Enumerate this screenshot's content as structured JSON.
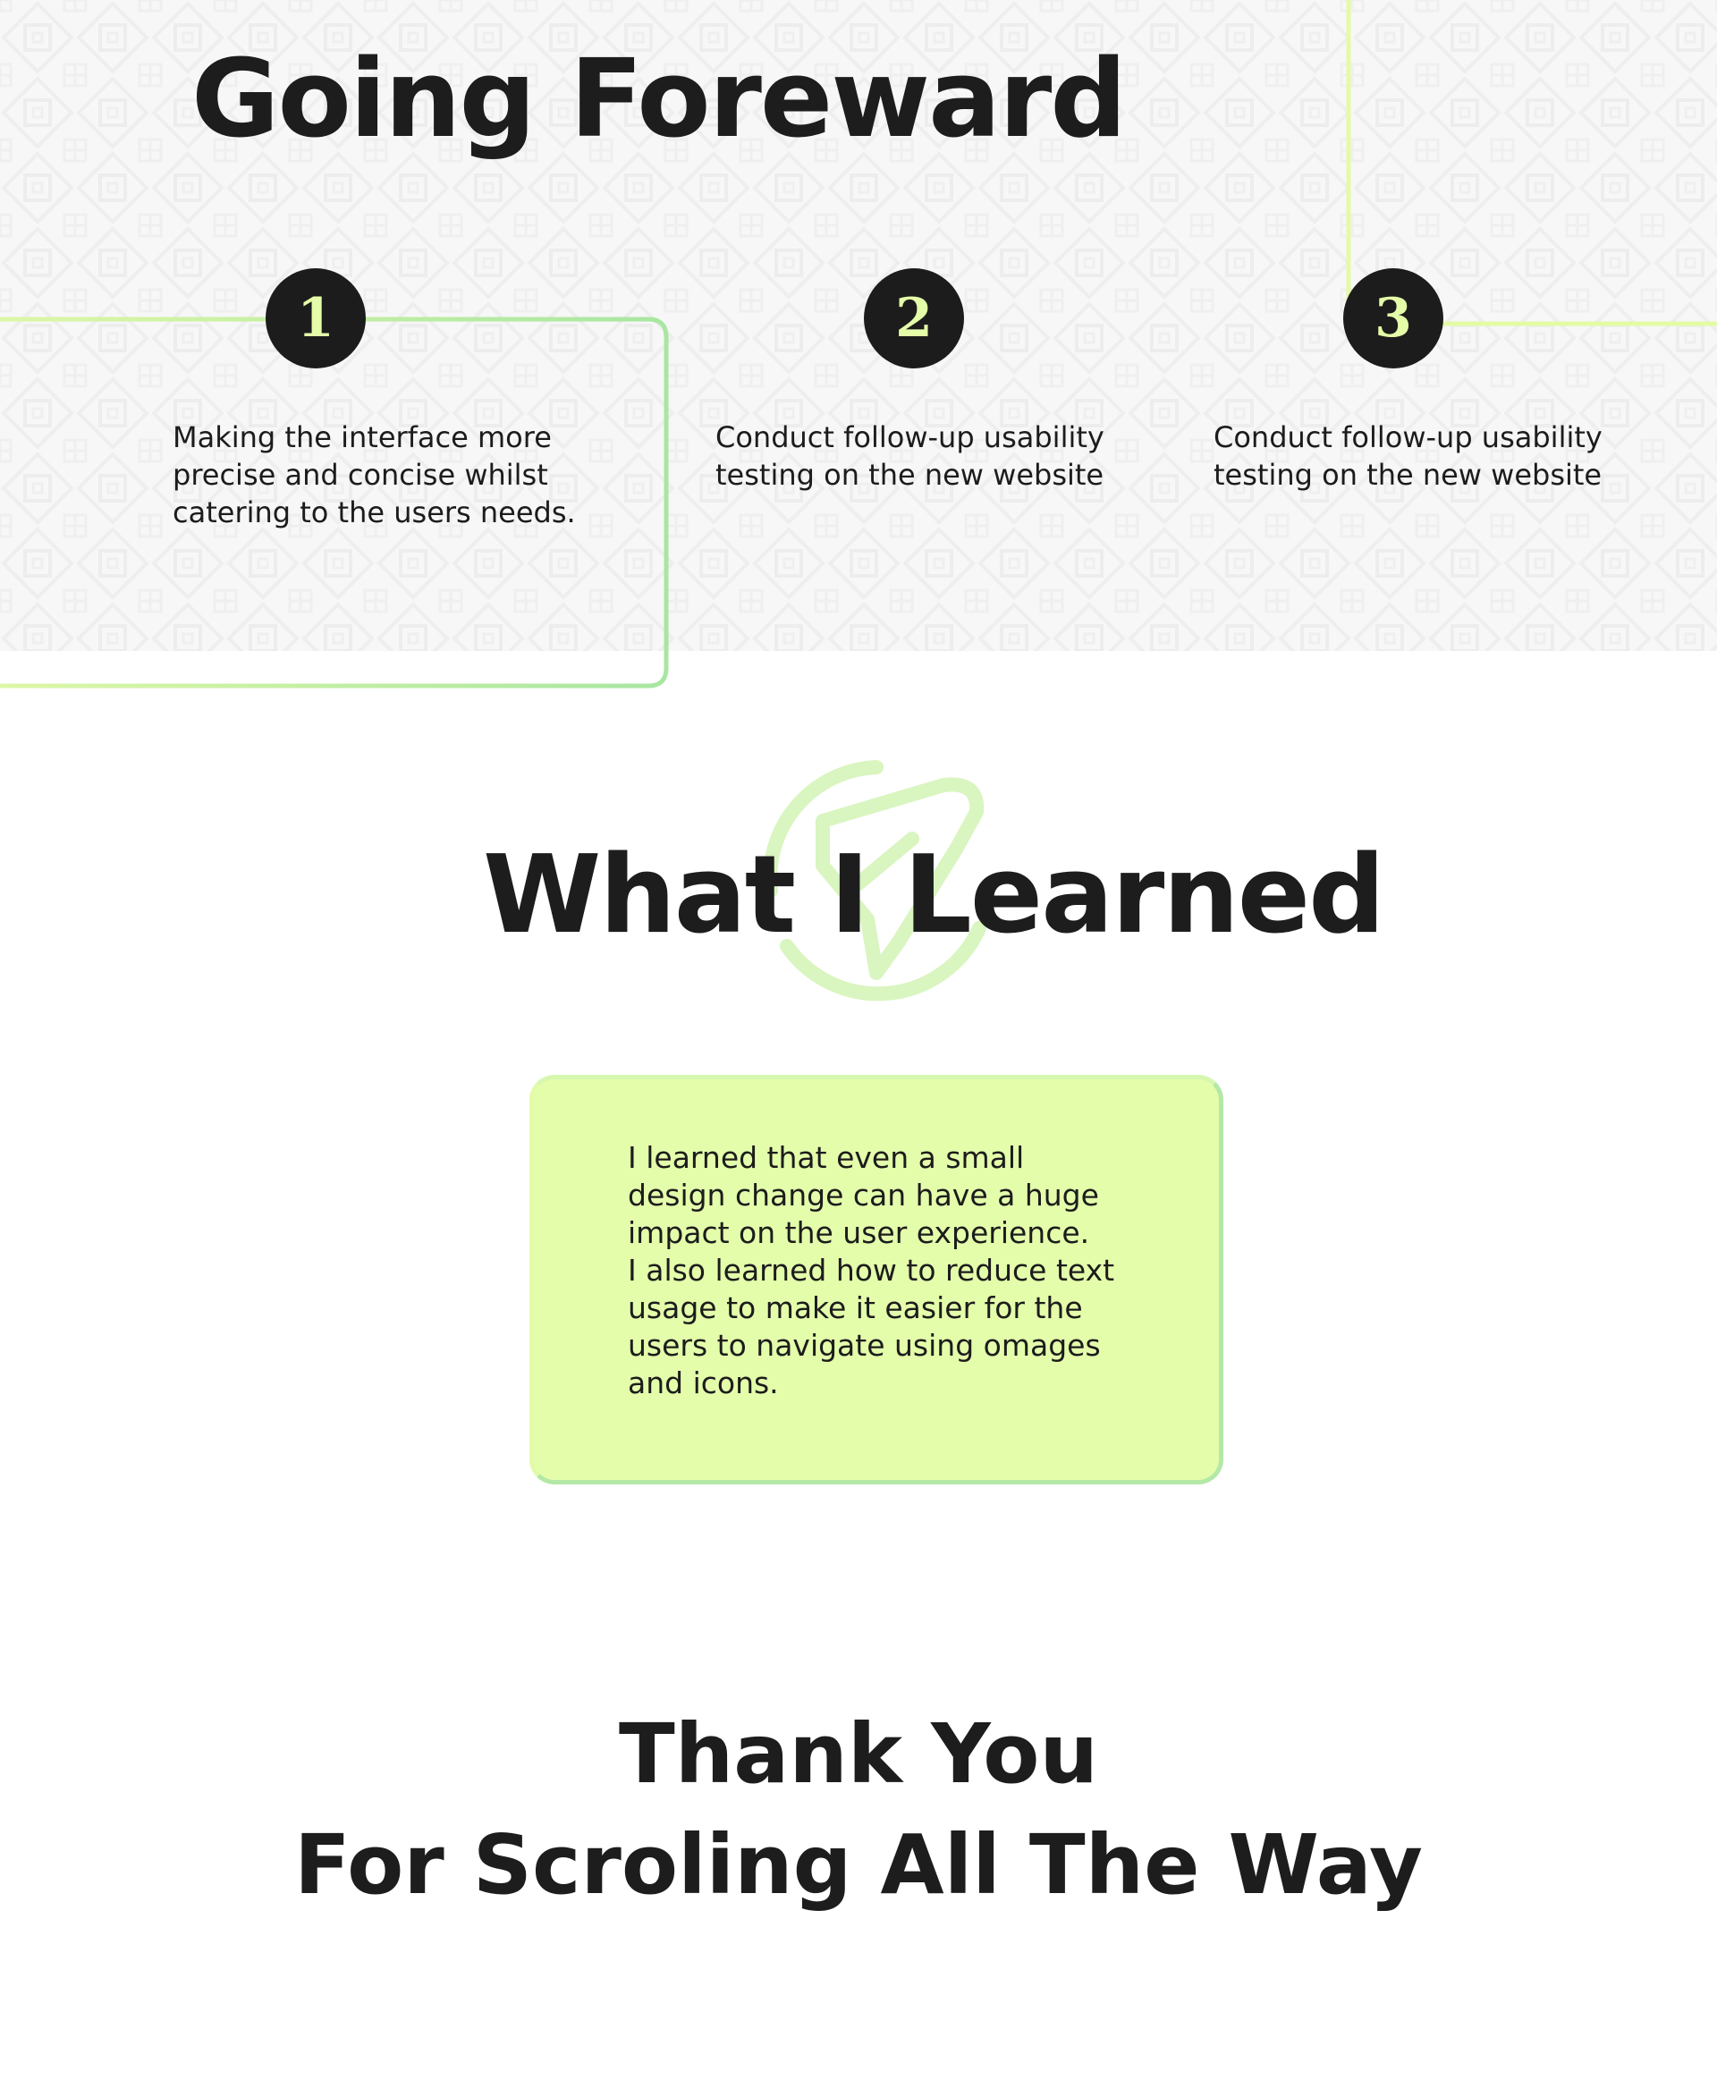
{
  "going_forward": {
    "title": "Going Foreward",
    "steps": [
      {
        "number": "1",
        "text": "Making the interface more\nprecise and concise  whilst\ncatering to the users needs."
      },
      {
        "number": "2",
        "text": "Conduct follow-up usability\ntesting on the new website"
      },
      {
        "number": "3",
        "text": "Conduct follow-up usability\ntesting on the new website"
      }
    ]
  },
  "what_i_learned": {
    "title": "What I Learned",
    "body": "I learned that even a small\ndesign change can have a huge\nimpact on the user experience.\nI also learned how to reduce text\nusage to make it easier for the\nusers to navigate using omages\nand icons."
  },
  "closing": {
    "line1": "Thank You",
    "line2": "For Scroling All The Way"
  },
  "colors": {
    "accent_lime": "#e4fdab",
    "accent_green": "#a8e6a1",
    "dark": "#1c1c1c",
    "pattern_bg": "#f6f6f6"
  }
}
